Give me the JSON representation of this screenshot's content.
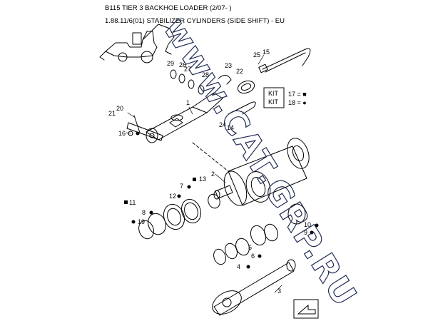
{
  "header": {
    "line1": "B115 TIER 3 BACKHOE LOADER (2/07- )",
    "line2": "1.88.11/6(01) STABILIZER CYLINDERS (SIDE SHIFT) - EU"
  },
  "kit_legend": {
    "box_label": "KIT",
    "row1": "17 = ■",
    "row2": "18 = ●"
  },
  "watermark": "www.CAT.GRP.RU",
  "callouts": [
    {
      "id": "1",
      "text": "1"
    },
    {
      "id": "2",
      "text": "2"
    },
    {
      "id": "3",
      "text": "3"
    },
    {
      "id": "4",
      "text": "4"
    },
    {
      "id": "5",
      "text": "5"
    },
    {
      "id": "6",
      "text": "6"
    },
    {
      "id": "7",
      "text": "7"
    },
    {
      "id": "8",
      "text": "8"
    },
    {
      "id": "9",
      "text": "9"
    },
    {
      "id": "10",
      "text": "10"
    },
    {
      "id": "11",
      "text": "11"
    },
    {
      "id": "12",
      "text": "12"
    },
    {
      "id": "13",
      "text": "13"
    },
    {
      "id": "14",
      "text": "14"
    },
    {
      "id": "15",
      "text": "15"
    },
    {
      "id": "16",
      "text": "16"
    },
    {
      "id": "19",
      "text": "19"
    },
    {
      "id": "20",
      "text": "20"
    },
    {
      "id": "21",
      "text": "21"
    },
    {
      "id": "22",
      "text": "22"
    },
    {
      "id": "23",
      "text": "23"
    },
    {
      "id": "24",
      "text": "24"
    },
    {
      "id": "25",
      "text": "25"
    },
    {
      "id": "26",
      "text": "26"
    },
    {
      "id": "27",
      "text": "27"
    },
    {
      "id": "28",
      "text": "28"
    },
    {
      "id": "29",
      "text": "29"
    }
  ],
  "colors": {
    "line": "#000000",
    "watermark": "#1f2a55",
    "background": "#ffffff"
  }
}
